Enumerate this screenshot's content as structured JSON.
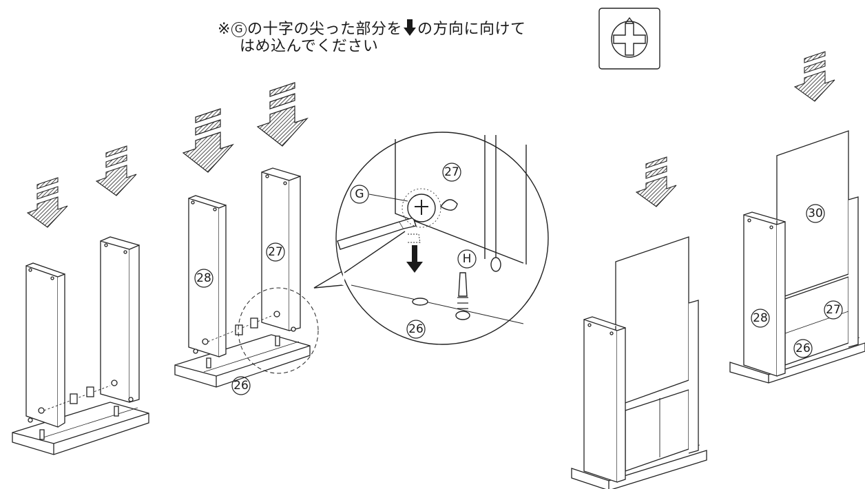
{
  "note": {
    "prefix": "※",
    "letter": "G",
    "middle": "の十字の尖った部分を",
    "suffix": "の方向に向けて",
    "line2": "はめ込んでください"
  },
  "labels": {
    "p26": "26",
    "p27": "27",
    "p28": "28",
    "p30": "30",
    "G": "G",
    "H": "H"
  }
}
